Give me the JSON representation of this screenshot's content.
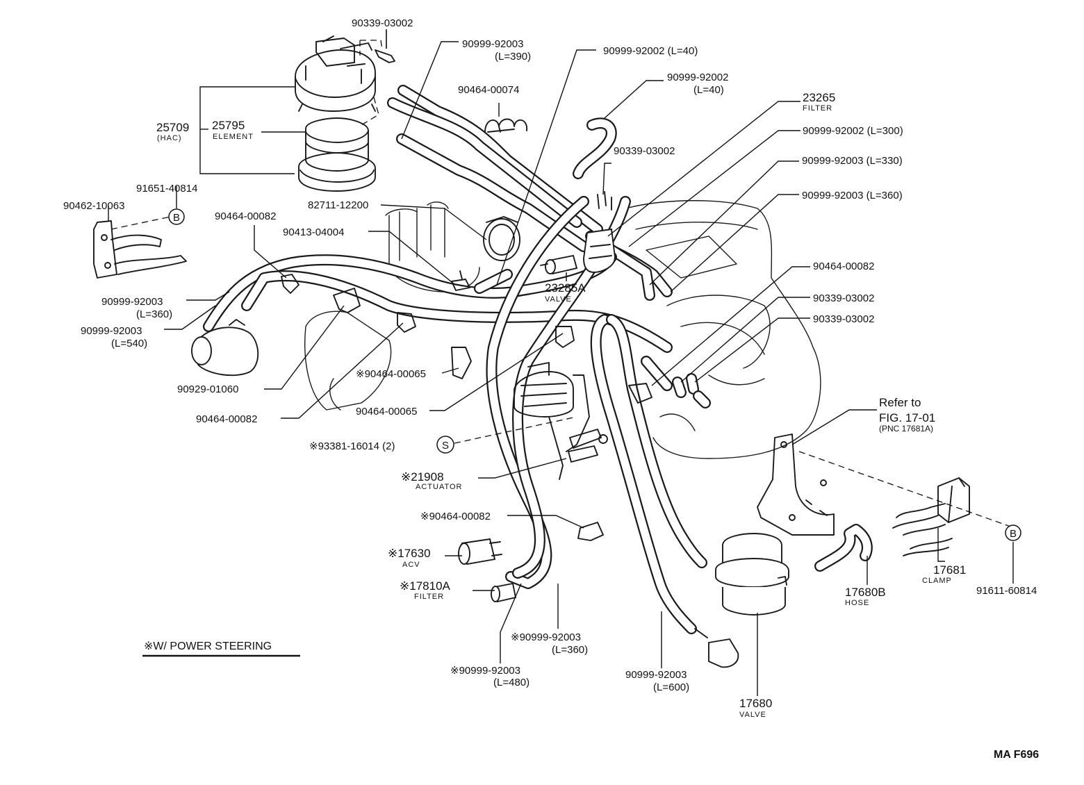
{
  "labels": {
    "p90339_top": "90339-03002",
    "p90999_92003_a": "90999-92003",
    "p90999_92003_a_len": "(L=390)",
    "p90999_92002_a": "90999-92002 (L=40)",
    "p90464_00074": "90464-00074",
    "p90999_92002_b": "90999-92002",
    "p90999_92002_b_len": "(L=40)",
    "p23265": "23265",
    "p23265_sub": "FILTER",
    "p90999_92002_c": "90999-92002 (L=300)",
    "p90339_mid": "90339-03002",
    "p90999_92003_b": "90999-92003 (L=330)",
    "p90999_92003_c": "90999-92003 (L=360)",
    "p25709": "25709",
    "p25709_sub": "(HAC)",
    "p25795": "25795",
    "p25795_sub": "ELEMENT",
    "p91651": "91651-40814",
    "p90462": "90462-10063",
    "p90464_00082_a": "90464-00082",
    "p82711": "82711-12200",
    "p90413": "90413-04004",
    "p23285a": "23285A",
    "p23285a_sub": "VALVE",
    "p90464_00082_b": "90464-00082",
    "p90339_r1": "90339-03002",
    "p90339_r2": "90339-03002",
    "p90999_92003_d": "90999-92003",
    "p90999_92003_d_len": "(L=360)",
    "p90999_92003_e": "90999-92003",
    "p90999_92003_e_len": "(L=540)",
    "p90464_00065_a": "※90464-00065",
    "p90929": "90929-01060",
    "p90464_00065_b": "90464-00065",
    "p90464_00082_c": "90464-00082",
    "refer_1": "Refer to",
    "refer_2": "FIG. 17-01",
    "refer_3": "(PNC 17681A)",
    "p93381": "※93381-16014 (2)",
    "p21908": "※21908",
    "p21908_sub": "ACTUATOR",
    "p90464_00082_d": "※90464-00082",
    "p17630": "※17630",
    "p17630_sub": "ACV",
    "p17810a": "※17810A",
    "p17810a_sub": "FILTER",
    "p17681": "17681",
    "p17681_sub": "CLAMP",
    "p91611": "91611-60814",
    "p17680b": "17680B",
    "p17680b_sub": "HOSE",
    "note": "※W/ POWER   STEERING",
    "p90999_92003_f": "※90999-92003",
    "p90999_92003_f_len": "(L=360)",
    "p90999_92003_g": "※90999-92003",
    "p90999_92003_g_len": "(L=480)",
    "p90999_92003_h": "90999-92003",
    "p90999_92003_h_len": "(L=600)",
    "p17680": "17680",
    "p17680_sub": "VALVE",
    "fig_code": "MA F696"
  },
  "markers": {
    "b_left": "B",
    "b_right": "B",
    "s_marker": "S"
  },
  "colors": {
    "ink": "#111111",
    "paper": "#ffffff"
  }
}
